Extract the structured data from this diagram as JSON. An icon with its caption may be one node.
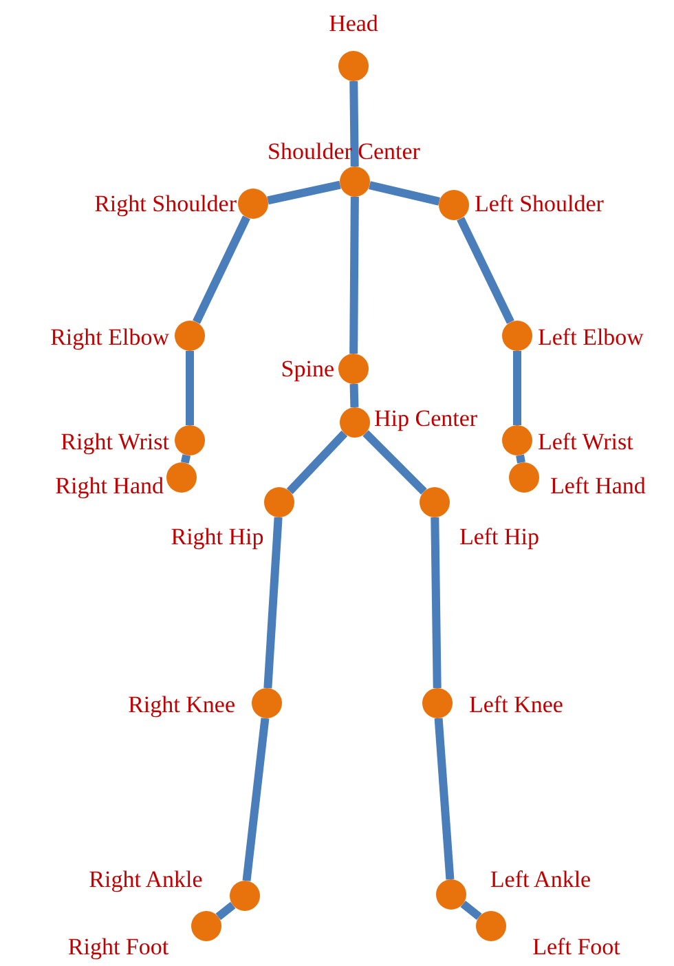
{
  "diagram": {
    "nodes": [
      {
        "text": [],
        "shape": "circle",
        "beside": [
          "Head"
        ]
      },
      {
        "text": [],
        "shape": "circle",
        "beside": [
          "Shoulder Center"
        ]
      },
      {
        "text": [],
        "shape": "circle",
        "beside": [
          "Right Shoulder"
        ]
      },
      {
        "text": [],
        "shape": "circle",
        "beside": [
          "Left Shoulder"
        ]
      },
      {
        "text": [],
        "shape": "circle",
        "beside": [
          "Right Elbow"
        ]
      },
      {
        "text": [],
        "shape": "circle",
        "beside": [
          "Left Elbow"
        ]
      },
      {
        "text": [],
        "shape": "circle",
        "beside": [
          "Spine"
        ]
      },
      {
        "text": [],
        "shape": "circle",
        "beside": [
          "Hip Center"
        ]
      },
      {
        "text": [],
        "shape": "circle",
        "beside": [
          "Right Wrist"
        ]
      },
      {
        "text": [],
        "shape": "circle",
        "beside": [
          "Left Wrist"
        ]
      },
      {
        "text": [],
        "shape": "circle",
        "beside": [
          "Right Hand"
        ]
      },
      {
        "text": [],
        "shape": "circle",
        "beside": [
          "Left Hand"
        ]
      },
      {
        "text": [],
        "shape": "circle",
        "beside": [
          "Right Hip"
        ]
      },
      {
        "text": [],
        "shape": "circle",
        "beside": [
          "Left Hip"
        ]
      },
      {
        "text": [],
        "shape": "circle",
        "beside": [
          "Right Knee"
        ]
      },
      {
        "text": [],
        "shape": "circle",
        "beside": [
          "Left Knee"
        ]
      },
      {
        "text": [],
        "shape": "circle",
        "beside": [
          "Right Ankle"
        ]
      },
      {
        "text": [],
        "shape": "circle",
        "beside": [
          "Left Ankle"
        ]
      },
      {
        "text": [],
        "shape": "circle",
        "beside": [
          "Right Foot"
        ]
      },
      {
        "text": [],
        "shape": "circle",
        "beside": [
          "Left Foot"
        ]
      }
    ],
    "edges": [
      {
        "from": 0,
        "to": 1,
        "arrow": "none"
      },
      {
        "from": 1,
        "to": 2,
        "arrow": "none"
      },
      {
        "from": 1,
        "to": 3,
        "arrow": "none"
      },
      {
        "from": 2,
        "to": 4,
        "arrow": "none"
      },
      {
        "from": 3,
        "to": 5,
        "arrow": "none"
      },
      {
        "from": 4,
        "to": 8,
        "arrow": "none"
      },
      {
        "from": 5,
        "to": 9,
        "arrow": "none"
      },
      {
        "from": 8,
        "to": 10,
        "arrow": "none"
      },
      {
        "from": 9,
        "to": 11,
        "arrow": "none"
      },
      {
        "from": 1,
        "to": 6,
        "arrow": "none"
      },
      {
        "from": 6,
        "to": 7,
        "arrow": "none"
      },
      {
        "from": 7,
        "to": 12,
        "arrow": "none"
      },
      {
        "from": 7,
        "to": 13,
        "arrow": "none"
      },
      {
        "from": 12,
        "to": 14,
        "arrow": "none"
      },
      {
        "from": 13,
        "to": 15,
        "arrow": "none"
      },
      {
        "from": 14,
        "to": 16,
        "arrow": "none"
      },
      {
        "from": 15,
        "to": 17,
        "arrow": "none"
      },
      {
        "from": 16,
        "to": 18,
        "arrow": "none"
      },
      {
        "from": 17,
        "to": 19,
        "arrow": "none"
      }
    ]
  }
}
